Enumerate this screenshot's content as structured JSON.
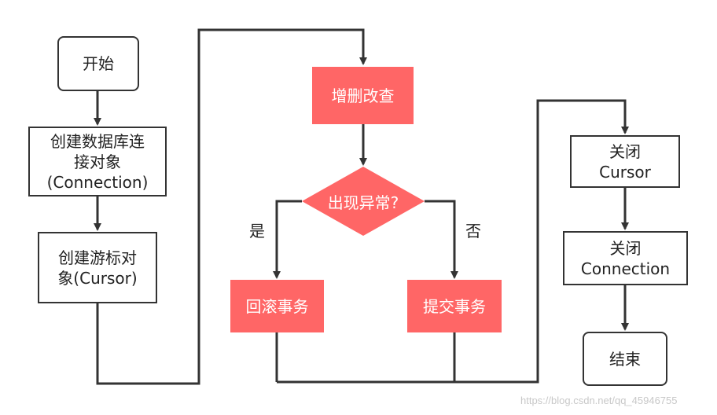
{
  "nodes": {
    "start": "开始",
    "create_connection": "创建数据库连\n接对象\n(Connection)",
    "create_cursor": "创建游标对\n象(Cursor)",
    "crud": "增删改查",
    "exception": "出现异常?",
    "rollback": "回滚事务",
    "commit": "提交事务",
    "close_cursor": "关闭\nCursor",
    "close_connection": "关闭\nConnection",
    "end": "结束"
  },
  "edge_labels": {
    "yes": "是",
    "no": "否"
  },
  "watermark": "https://blog.csdn.net/qq_45946755",
  "colors": {
    "highlight": "#ff6666",
    "stroke": "#333333"
  }
}
